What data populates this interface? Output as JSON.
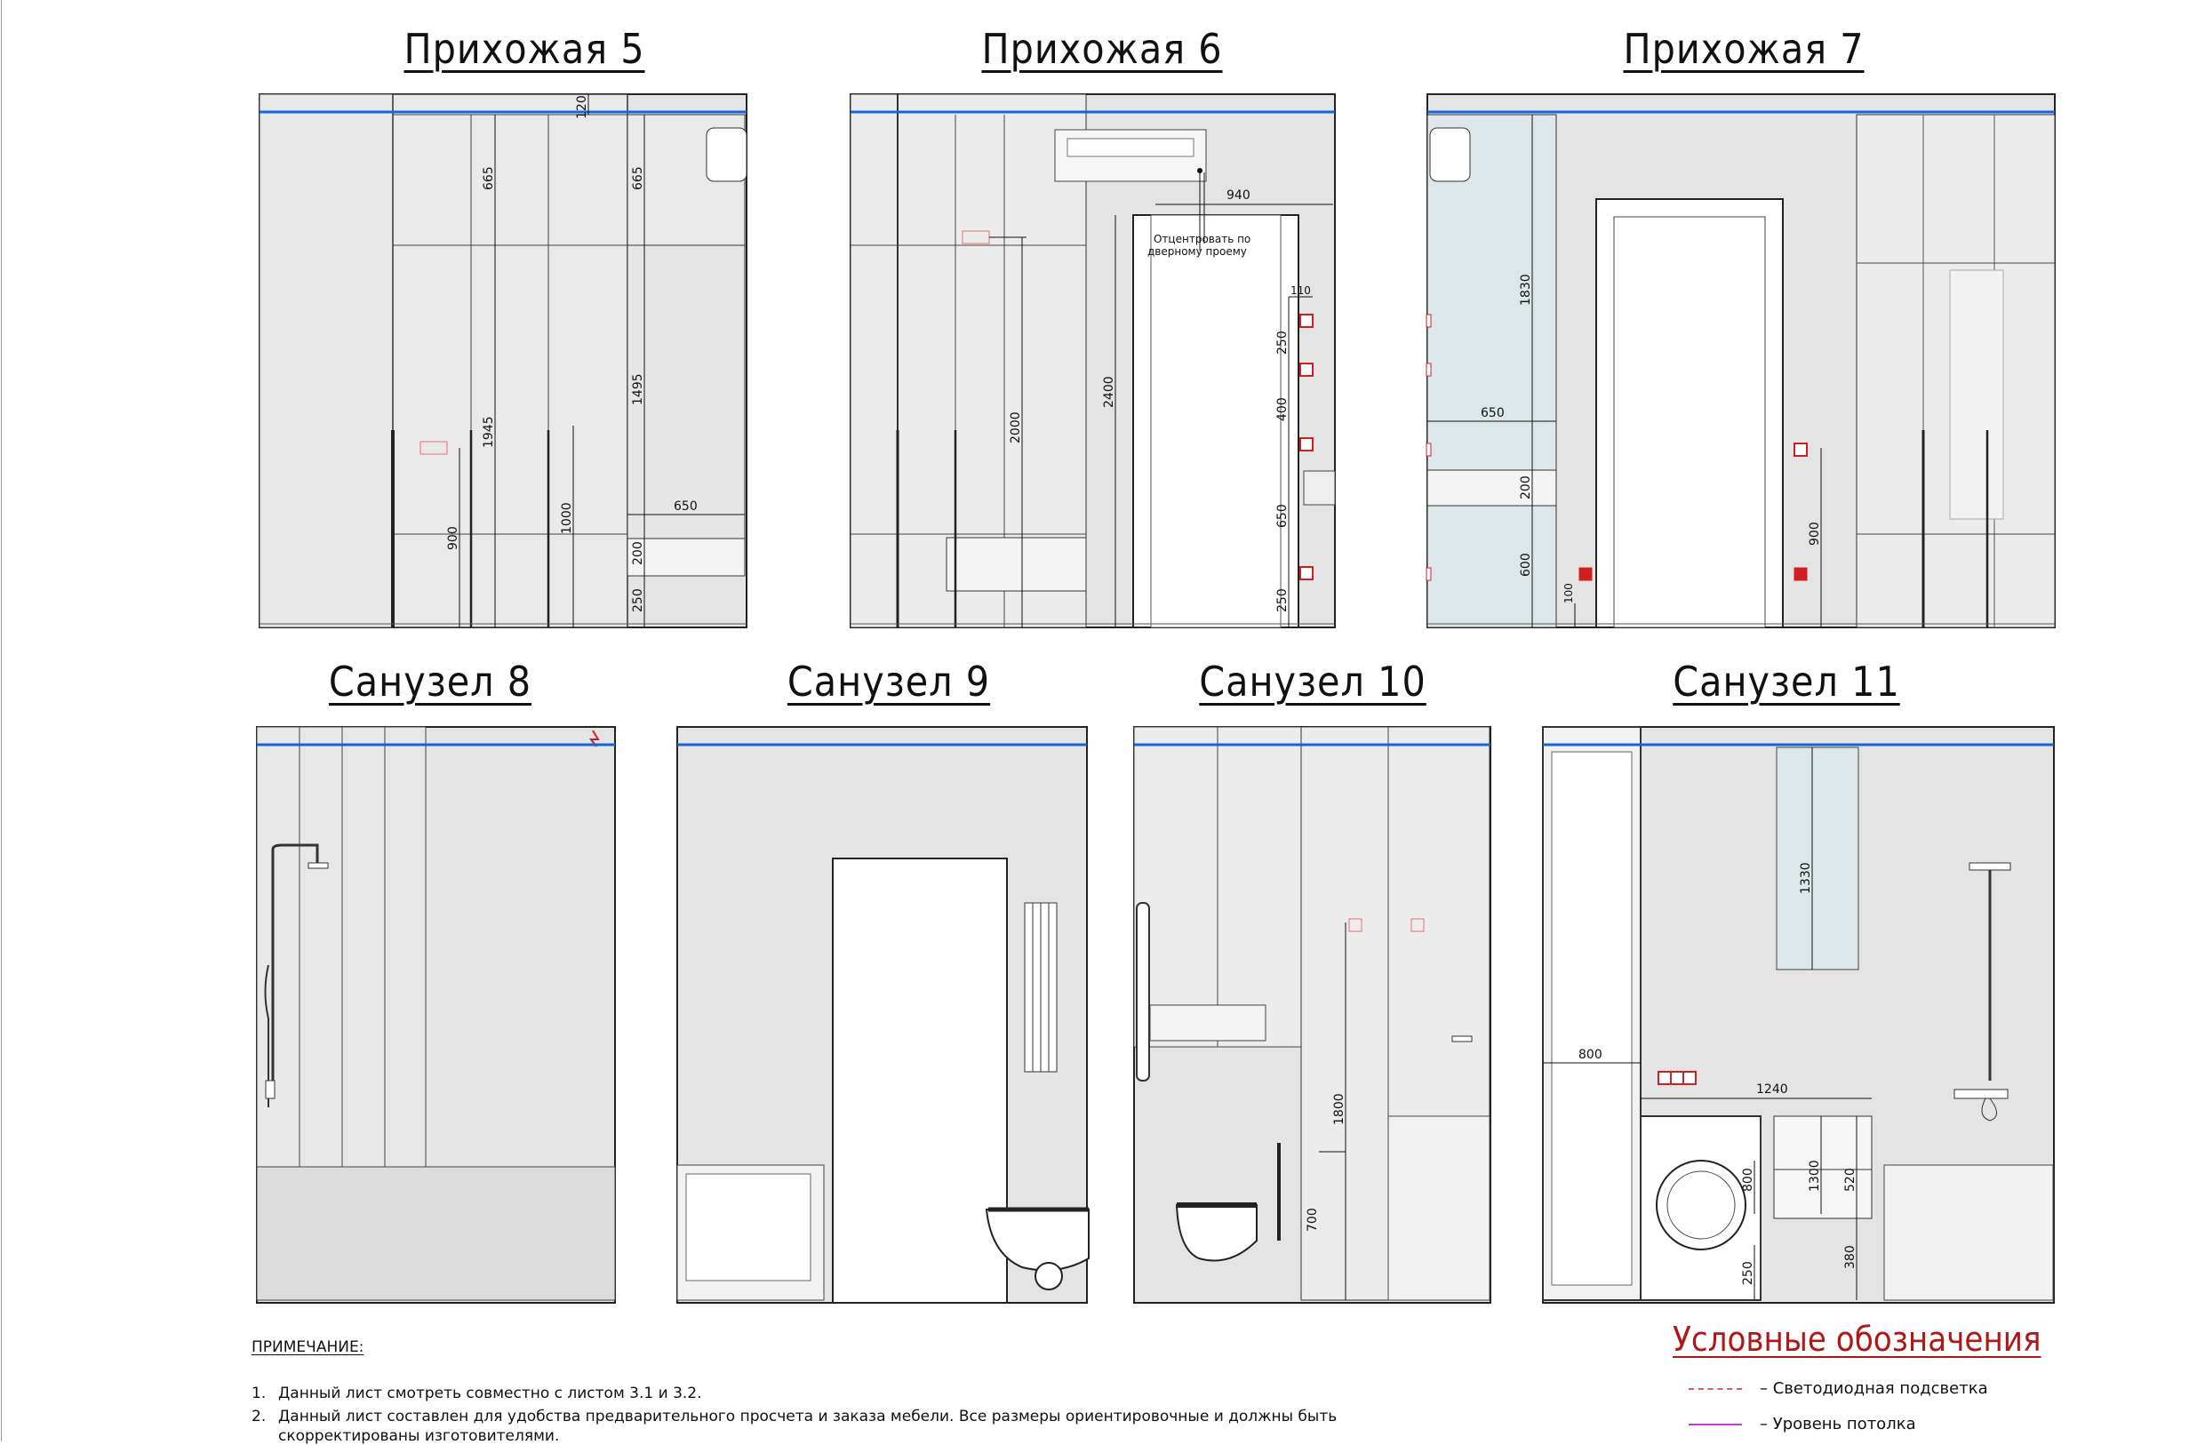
{
  "elevations": [
    {
      "title": "Прихожая 5"
    },
    {
      "title": "Прихожая 6"
    },
    {
      "title": "Прихожая 7"
    },
    {
      "title": "Санузел 8"
    },
    {
      "title": "Санузел 9"
    },
    {
      "title": "Санузел 10"
    },
    {
      "title": "Санузел 11"
    }
  ],
  "dims": {
    "e5": [
      "665",
      "120",
      "665",
      "1945",
      "1495",
      "1000",
      "650",
      "900",
      "200",
      "250"
    ],
    "e6": [
      "940",
      "2000",
      "2400",
      "110",
      "250",
      "400",
      "650",
      "250"
    ],
    "e6_note": [
      "Отцентровать по",
      "дверному проему"
    ],
    "e7": [
      "1830",
      "650",
      "200",
      "600",
      "100",
      "900"
    ],
    "e10": [
      "1800",
      "700"
    ],
    "e11": [
      "1330",
      "800",
      "1240",
      "800",
      "1300",
      "520",
      "250",
      "380"
    ]
  },
  "notes": {
    "heading": "ПРИМЕЧАНИЕ:",
    "items": [
      {
        "num": "1.",
        "text": "Данный лист смотреть совместно с листом 3.1 и 3.2."
      },
      {
        "num": "2.",
        "text": "Данный лист составлен для удобства предварительного просчета и заказа мебели. Все размеры ориентировочные и должны быть"
      },
      {
        "num": "",
        "text": "скорректированы изготовителями."
      }
    ]
  },
  "legend": {
    "title": "Условные обозначения",
    "items": [
      {
        "label": "– Светодиодная подсветка",
        "color": "#e05a5a",
        "style": "dashed"
      },
      {
        "label": "– Уровень потолка",
        "color": "#c23ad6",
        "style": "solid"
      }
    ]
  },
  "colors": {
    "ceiling_line": "#1565d8",
    "socket": "#d11f1f",
    "wall_fill": "#e4e4e4",
    "glass_fill": "#dde6e8"
  }
}
